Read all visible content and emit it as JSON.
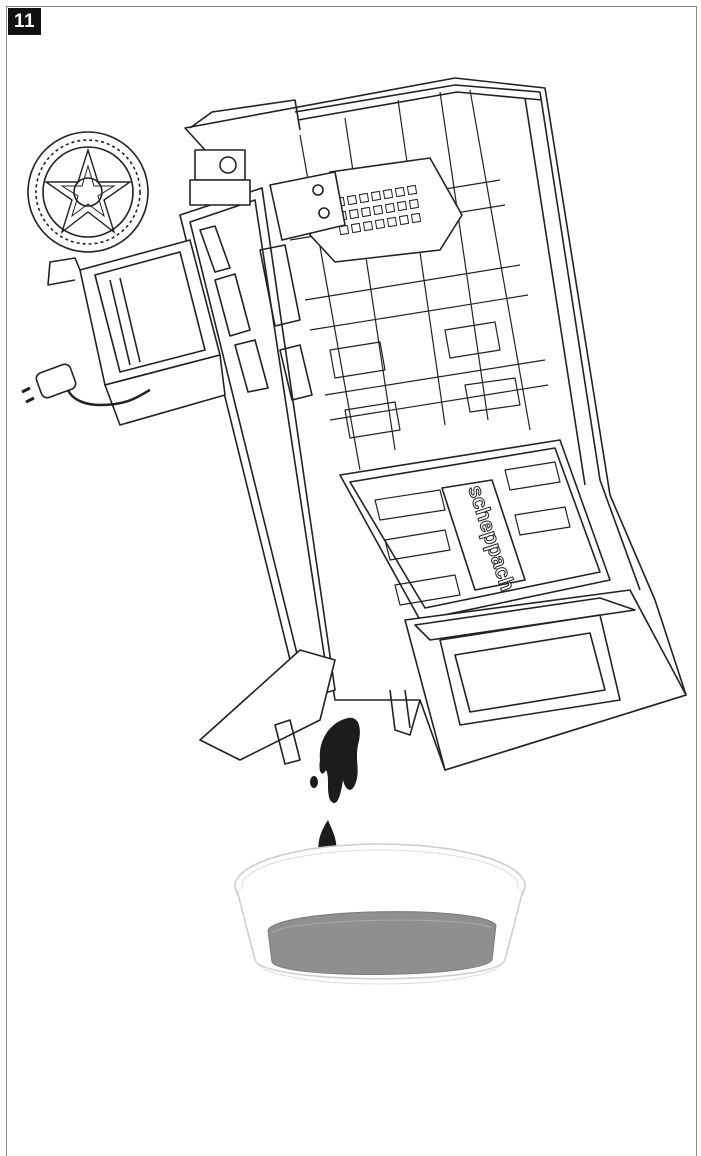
{
  "figure": {
    "step_number": "11",
    "brand_mark": "scheppach"
  },
  "colors": {
    "frame_border": "#8a8a8a",
    "badge_background": "#111111",
    "badge_text": "#ffffff",
    "line_art": "#222222",
    "oil": "#1c1c1c",
    "oil_in_basin": "#8f8f8f",
    "basin_outline": "#cfcfcf"
  },
  "icons": {
    "machine": "generator-machine-tilted-illustration",
    "plug": "power-plug-icon",
    "drip": "oil-drip-icon",
    "basin": "collection-basin-icon"
  }
}
